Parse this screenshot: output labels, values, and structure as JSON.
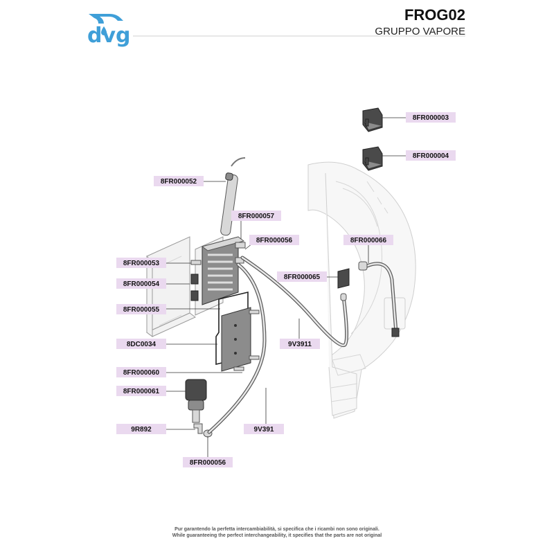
{
  "header": {
    "logo_text": "dvg",
    "title": "FROG02",
    "subtitle": "GRUPPO VAPORE"
  },
  "callouts": [
    {
      "id": "8FR000003"
    },
    {
      "id": "8FR000004"
    },
    {
      "id": "8FR000052"
    },
    {
      "id": "8FR000057"
    },
    {
      "id": "8FR000056"
    },
    {
      "id": "8FR000066"
    },
    {
      "id": "8FR000053"
    },
    {
      "id": "8FR000054"
    },
    {
      "id": "8FR000065"
    },
    {
      "id": "8FR000055"
    },
    {
      "id": "8DC0034"
    },
    {
      "id": "9V3911"
    },
    {
      "id": "8FR000060"
    },
    {
      "id": "8FR000061"
    },
    {
      "id": "9R892"
    },
    {
      "id": "9V391"
    },
    {
      "id": "8FR000056"
    }
  ],
  "footer": {
    "line1": "Pur garantendo la perfetta intercambiabilità, si specifica che i ricambi non sono originali.",
    "line2": "While guaranteeing the perfect interchangeability, it specifies that the parts are not original"
  }
}
